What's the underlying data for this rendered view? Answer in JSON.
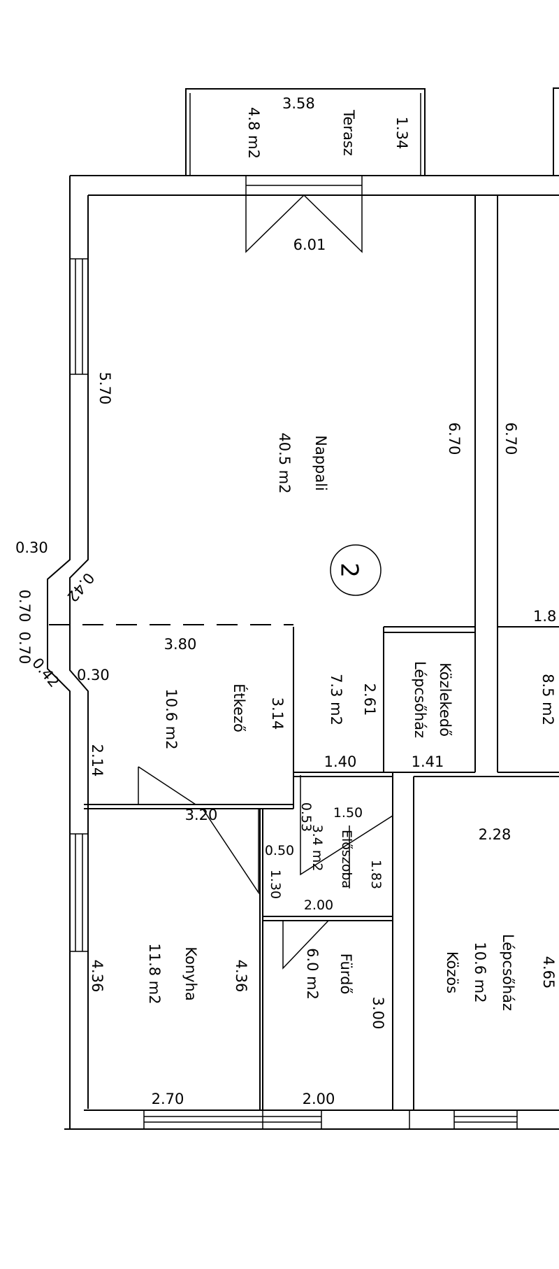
{
  "plan": {
    "unit_number": "2",
    "rooms": {
      "terasz": {
        "name": "Terasz",
        "area": "4.8 m2",
        "width": "3.58",
        "depth": "1.34"
      },
      "nappali": {
        "name": "Nappali",
        "area": "40.5 m2",
        "width": "6.01",
        "length_left": "5.70",
        "length_right": "6.70"
      },
      "etkezo": {
        "name": "Étkező",
        "area": "10.6 m2",
        "width": "3.80",
        "depth": "3.14",
        "side": "2.14",
        "bottom": "3.20"
      },
      "kozlekedo": {
        "area": "7.3 m2",
        "dim": "2.61",
        "bottom": "1.40"
      },
      "lepcsohaz_kozlekedo": {
        "name_line1": "Közlekedő",
        "name_line2": "Lépcsőház",
        "dim": "1.41"
      },
      "eloszoba": {
        "name": "Előszoba",
        "area": "3.4 m2",
        "top": "1.50",
        "side": "0.53",
        "side2": "0.50",
        "height": "1.30",
        "bottom": "2.00",
        "right": "1.83"
      },
      "konyha": {
        "name": "Konyha",
        "area": "11.8 m2",
        "left": "4.36",
        "right": "4.36",
        "bottom": "2.70"
      },
      "furdo": {
        "name": "Fürdő",
        "area": "6.0 m2",
        "right": "3.00",
        "bottom": "2.00"
      },
      "lepcsohaz_kozos": {
        "name_line1": "Lépcsőház",
        "name_line2": "10.6 m2",
        "name_line3": "Közös",
        "top": "2.28",
        "right": "4.65"
      },
      "neighbor": {
        "area": "8.5 m2",
        "dim_top": "1.8",
        "length": "6.70"
      }
    },
    "bay": {
      "a": "0.30",
      "b": "0.42",
      "c": "0.70",
      "d": "0.70",
      "e": "0.42",
      "f": "0.30"
    }
  }
}
